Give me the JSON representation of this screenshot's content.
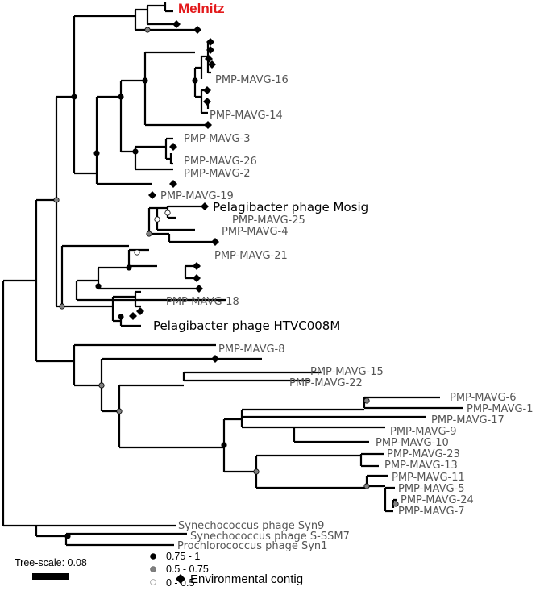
{
  "leaf_labels": {
    "melnitz": "Melnitz",
    "mavg16": "PMP-MAVG-16",
    "mavg14": "PMP-MAVG-14",
    "mavg3": "PMP-MAVG-3",
    "mavg26": "PMP-MAVG-26",
    "mavg2": "PMP-MAVG-2",
    "mavg19": "PMP-MAVG-19",
    "mosig": "Pelagibacter phage Mosig",
    "mavg25": "PMP-MAVG-25",
    "mavg4": "PMP-MAVG-4",
    "mavg21": "PMP-MAVG-21",
    "mavg18": "PMP-MAVG-18",
    "htvc": "Pelagibacter phage HTVC008M",
    "mavg8": "PMP-MAVG-8",
    "mavg15": "PMP-MAVG-15",
    "mavg22": "PMP-MAVG-22",
    "mavg6": "PMP-MAVG-6",
    "mavg1": "PMP-MAVG-1",
    "mavg17": "PMP-MAVG-17",
    "mavg9": "PMP-MAVG-9",
    "mavg10": "PMP-MAVG-10",
    "mavg23": "PMP-MAVG-23",
    "mavg13": "PMP-MAVG-13",
    "mavg11": "PMP-MAVG-11",
    "mavg5": "PMP-MAVG-5",
    "mavg24": "PMP-MAVG-24",
    "mavg7": "PMP-MAVG-7",
    "syn9": "Synechococcus phage Syn9",
    "sssm7": "Synechococcus phage S-SSM7",
    "psyn1": "Prochlorococcus phage Syn1"
  },
  "scale_bar": {
    "label": "Tree-scale: 0.08"
  },
  "legend": {
    "support_high": "0.75 - 1",
    "support_mid": "0.5 - 0.75",
    "support_low": "0 - 0.5",
    "env_contig": "Environmental contig"
  },
  "colors": {
    "branch": "#000000",
    "highlight": "#e31a1c",
    "support_high": "#000000",
    "support_mid": "#808080",
    "support_low": "#ffffff"
  }
}
